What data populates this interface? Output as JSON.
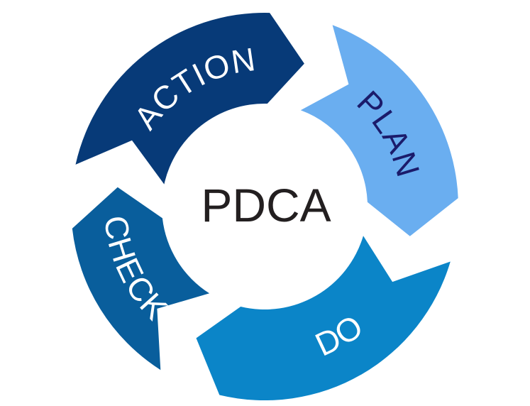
{
  "diagram": {
    "center_label": "PDCA",
    "center_text_color": "#231f20",
    "background_color": "#ffffff",
    "segments": [
      {
        "key": "plan",
        "label": "PLAN",
        "fill": "#6aaef0",
        "text_color": "#1b1b6b"
      },
      {
        "key": "do",
        "label": "DO",
        "fill": "#0b85c8",
        "text_color": "#ffffff"
      },
      {
        "key": "check",
        "label": "CHECK",
        "fill": "#095e9c",
        "text_color": "#ffffff"
      },
      {
        "key": "action",
        "label": "ACTION",
        "fill": "#073a78",
        "text_color": "#ffffff"
      }
    ]
  }
}
